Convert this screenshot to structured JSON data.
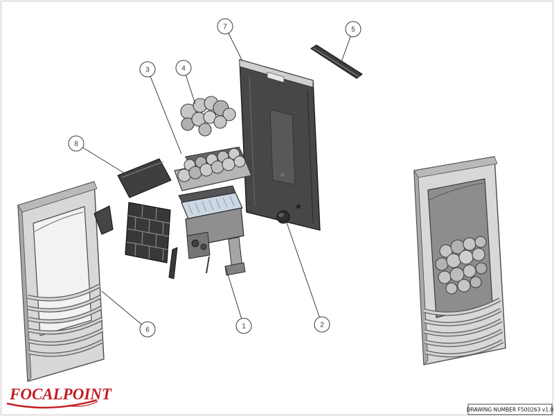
{
  "document": {
    "logo_text": "FOCALPOINT",
    "drawing_number": "DRAWING NUMBER F500263 v1.0"
  },
  "colors": {
    "logo-red": "#c21d23",
    "line-dark": "#3a3a3a",
    "part-dark": "#3f3f3f",
    "part-light": "#d5d5d5"
  },
  "callouts": [
    {
      "label": "1",
      "points_to": "burner-assembly"
    },
    {
      "label": "2",
      "points_to": "control-knob"
    },
    {
      "label": "3",
      "points_to": "coal-bed-matrix"
    },
    {
      "label": "4",
      "points_to": "pebble-set"
    },
    {
      "label": "5",
      "points_to": "top-trim-strip"
    },
    {
      "label": "6",
      "points_to": "front-frame"
    },
    {
      "label": "7",
      "points_to": "back-panel"
    },
    {
      "label": "8",
      "points_to": "side-plate"
    }
  ]
}
